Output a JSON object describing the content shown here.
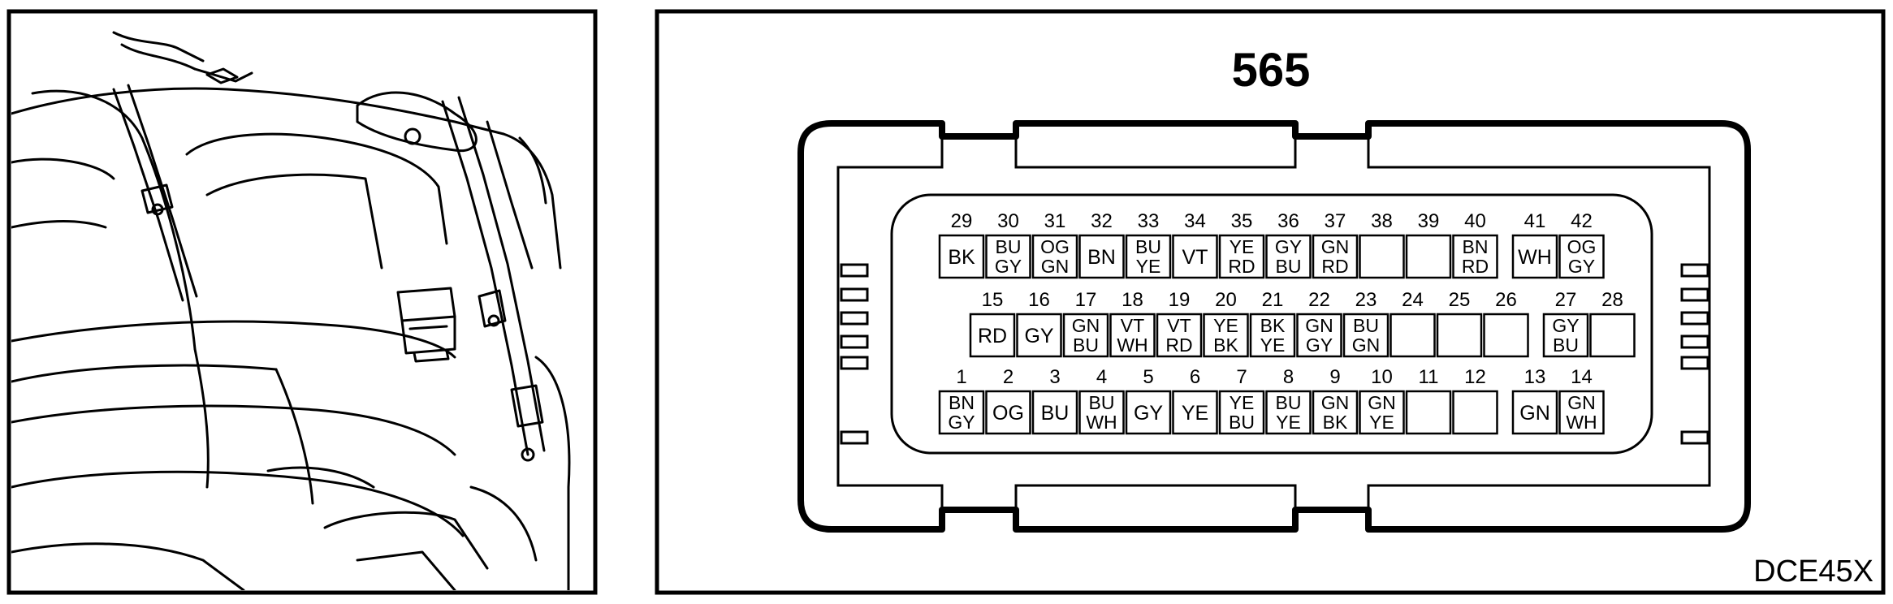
{
  "connector_number": "565",
  "figure_code": "DCE45X",
  "rows": [
    {
      "row": "top",
      "pins": [
        {
          "pin": "29",
          "colors": [
            "BK"
          ]
        },
        {
          "pin": "30",
          "colors": [
            "BU",
            "GY"
          ]
        },
        {
          "pin": "31",
          "colors": [
            "OG",
            "GN"
          ]
        },
        {
          "pin": "32",
          "colors": [
            "BN"
          ]
        },
        {
          "pin": "33",
          "colors": [
            "BU",
            "YE"
          ]
        },
        {
          "pin": "34",
          "colors": [
            "VT"
          ]
        },
        {
          "pin": "35",
          "colors": [
            "YE",
            "RD"
          ]
        },
        {
          "pin": "36",
          "colors": [
            "GY",
            "BU"
          ]
        },
        {
          "pin": "37",
          "colors": [
            "GN",
            "RD"
          ]
        },
        {
          "pin": "38",
          "colors": []
        },
        {
          "pin": "39",
          "colors": []
        },
        {
          "pin": "40",
          "colors": [
            "BN",
            "RD"
          ]
        },
        {
          "pin": "41",
          "colors": [
            "WH"
          ]
        },
        {
          "pin": "42",
          "colors": [
            "OG",
            "GY"
          ]
        }
      ]
    },
    {
      "row": "middle",
      "pins": [
        {
          "pin": "15",
          "colors": [
            "RD"
          ]
        },
        {
          "pin": "16",
          "colors": [
            "GY"
          ]
        },
        {
          "pin": "17",
          "colors": [
            "GN",
            "BU"
          ]
        },
        {
          "pin": "18",
          "colors": [
            "VT",
            "WH"
          ]
        },
        {
          "pin": "19",
          "colors": [
            "VT",
            "RD"
          ]
        },
        {
          "pin": "20",
          "colors": [
            "YE",
            "BK"
          ]
        },
        {
          "pin": "21",
          "colors": [
            "BK",
            "YE"
          ]
        },
        {
          "pin": "22",
          "colors": [
            "GN",
            "GY"
          ]
        },
        {
          "pin": "23",
          "colors": [
            "BU",
            "GN"
          ]
        },
        {
          "pin": "24",
          "colors": []
        },
        {
          "pin": "25",
          "colors": []
        },
        {
          "pin": "26",
          "colors": []
        },
        {
          "pin": "27",
          "colors": [
            "GY",
            "BU"
          ]
        },
        {
          "pin": "28",
          "colors": []
        }
      ]
    },
    {
      "row": "bottom",
      "pins": [
        {
          "pin": "1",
          "colors": [
            "BN",
            "GY"
          ]
        },
        {
          "pin": "2",
          "colors": [
            "OG"
          ]
        },
        {
          "pin": "3",
          "colors": [
            "BU"
          ]
        },
        {
          "pin": "4",
          "colors": [
            "BU",
            "WH"
          ]
        },
        {
          "pin": "5",
          "colors": [
            "GY"
          ]
        },
        {
          "pin": "6",
          "colors": [
            "YE"
          ]
        },
        {
          "pin": "7",
          "colors": [
            "YE",
            "BU"
          ]
        },
        {
          "pin": "8",
          "colors": [
            "BU",
            "YE"
          ]
        },
        {
          "pin": "9",
          "colors": [
            "GN",
            "BK"
          ]
        },
        {
          "pin": "10",
          "colors": [
            "GN",
            "YE"
          ]
        },
        {
          "pin": "11",
          "colors": []
        },
        {
          "pin": "12",
          "colors": []
        },
        {
          "pin": "13",
          "colors": [
            "GN"
          ]
        },
        {
          "pin": "14",
          "colors": [
            "GN",
            "WH"
          ]
        }
      ]
    }
  ]
}
